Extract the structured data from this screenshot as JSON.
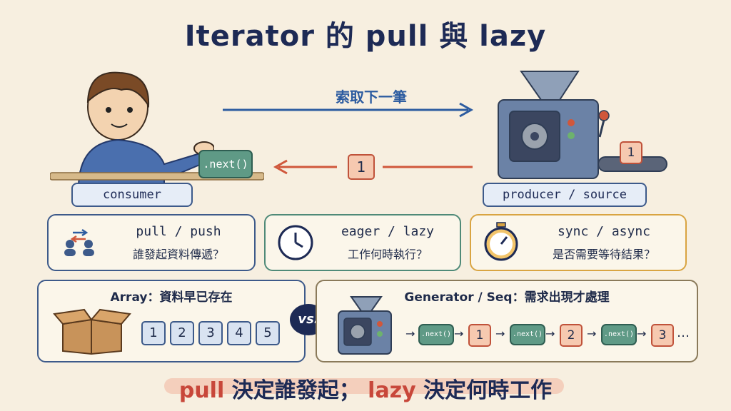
{
  "title": "Iterator 的 pull 與 lazy",
  "top": {
    "request_label": "索取下一筆",
    "next_button": ".next()",
    "value": "1",
    "belt_value": "1",
    "consumer_label": "consumer",
    "producer_label": "producer / source"
  },
  "cards": [
    {
      "line1": "pull / push",
      "line2": "誰發起資料傳遞？",
      "color": "#3d5a8a"
    },
    {
      "line1": "eager / lazy",
      "line2": "工作何時執行？",
      "color": "#4f8a78"
    },
    {
      "line1": "sync / async",
      "line2": "是否需要等待結果？",
      "color": "#d9a441"
    }
  ],
  "array_panel": {
    "title": "Array：資料早已存在",
    "items": [
      "1",
      "2",
      "3",
      "4",
      "5"
    ]
  },
  "vs": "vs.",
  "generator_panel": {
    "title": "Generator / Seq：需求出現才處理",
    "next_label": ".next()",
    "outputs": [
      "1",
      "2",
      "3"
    ],
    "ellipsis": "…"
  },
  "bottom": {
    "pull": "pull",
    "part1": "決定誰發起；",
    "lazy": "lazy",
    "part2": "決定何時工作"
  },
  "colors": {
    "navy": "#1d2a55",
    "blue_arrow": "#2d5ca0",
    "red_arrow": "#d0573b",
    "green_button": "#5f9a86",
    "clock_green": "#4f8a78",
    "stopwatch_gold": "#d9a441"
  }
}
